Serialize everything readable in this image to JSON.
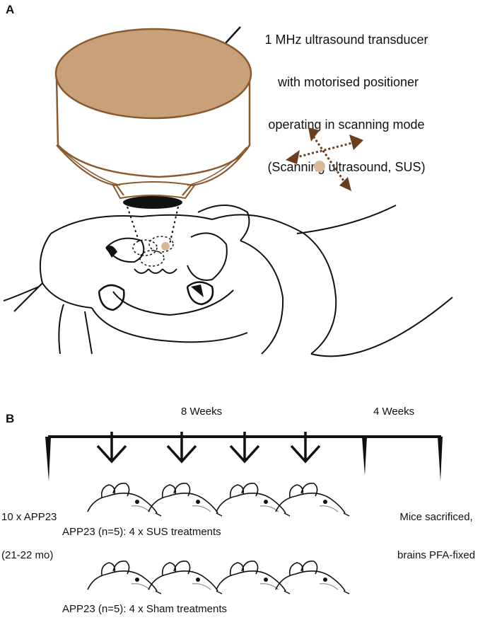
{
  "panel_a": {
    "letter": "A",
    "callout_lines": [
      "1 MHz ultrasound transducer",
      " with motorised positioner",
      "operating in scanning mode",
      "(Scanning ultrasound, SUS)"
    ]
  },
  "panel_b": {
    "letter": "B",
    "interval_1": "8 Weeks",
    "interval_2": "4 Weeks",
    "cohort_lines": [
      "10 x APP23",
      "(21-22 mo)"
    ],
    "end_lines": [
      "Mice sacrificed,",
      "brains PFA-fixed"
    ],
    "group_sus": "APP23 (n=5): 4 x SUS treatments",
    "group_sham": "APP23 (n=5): 4 x Sham treatments"
  },
  "colors": {
    "transducer_fill": "#c8a079",
    "transducer_edge": "#8a5a2e",
    "arrow_brown": "#6b3f1d",
    "focal_dot": "#d9b89a",
    "ink": "#111111"
  },
  "icons": [
    "ultrasound-transducer-icon",
    "mouse-head-icon",
    "scan-direction-arrows-icon",
    "mouse-icon",
    "treatment-arrow-icon"
  ]
}
